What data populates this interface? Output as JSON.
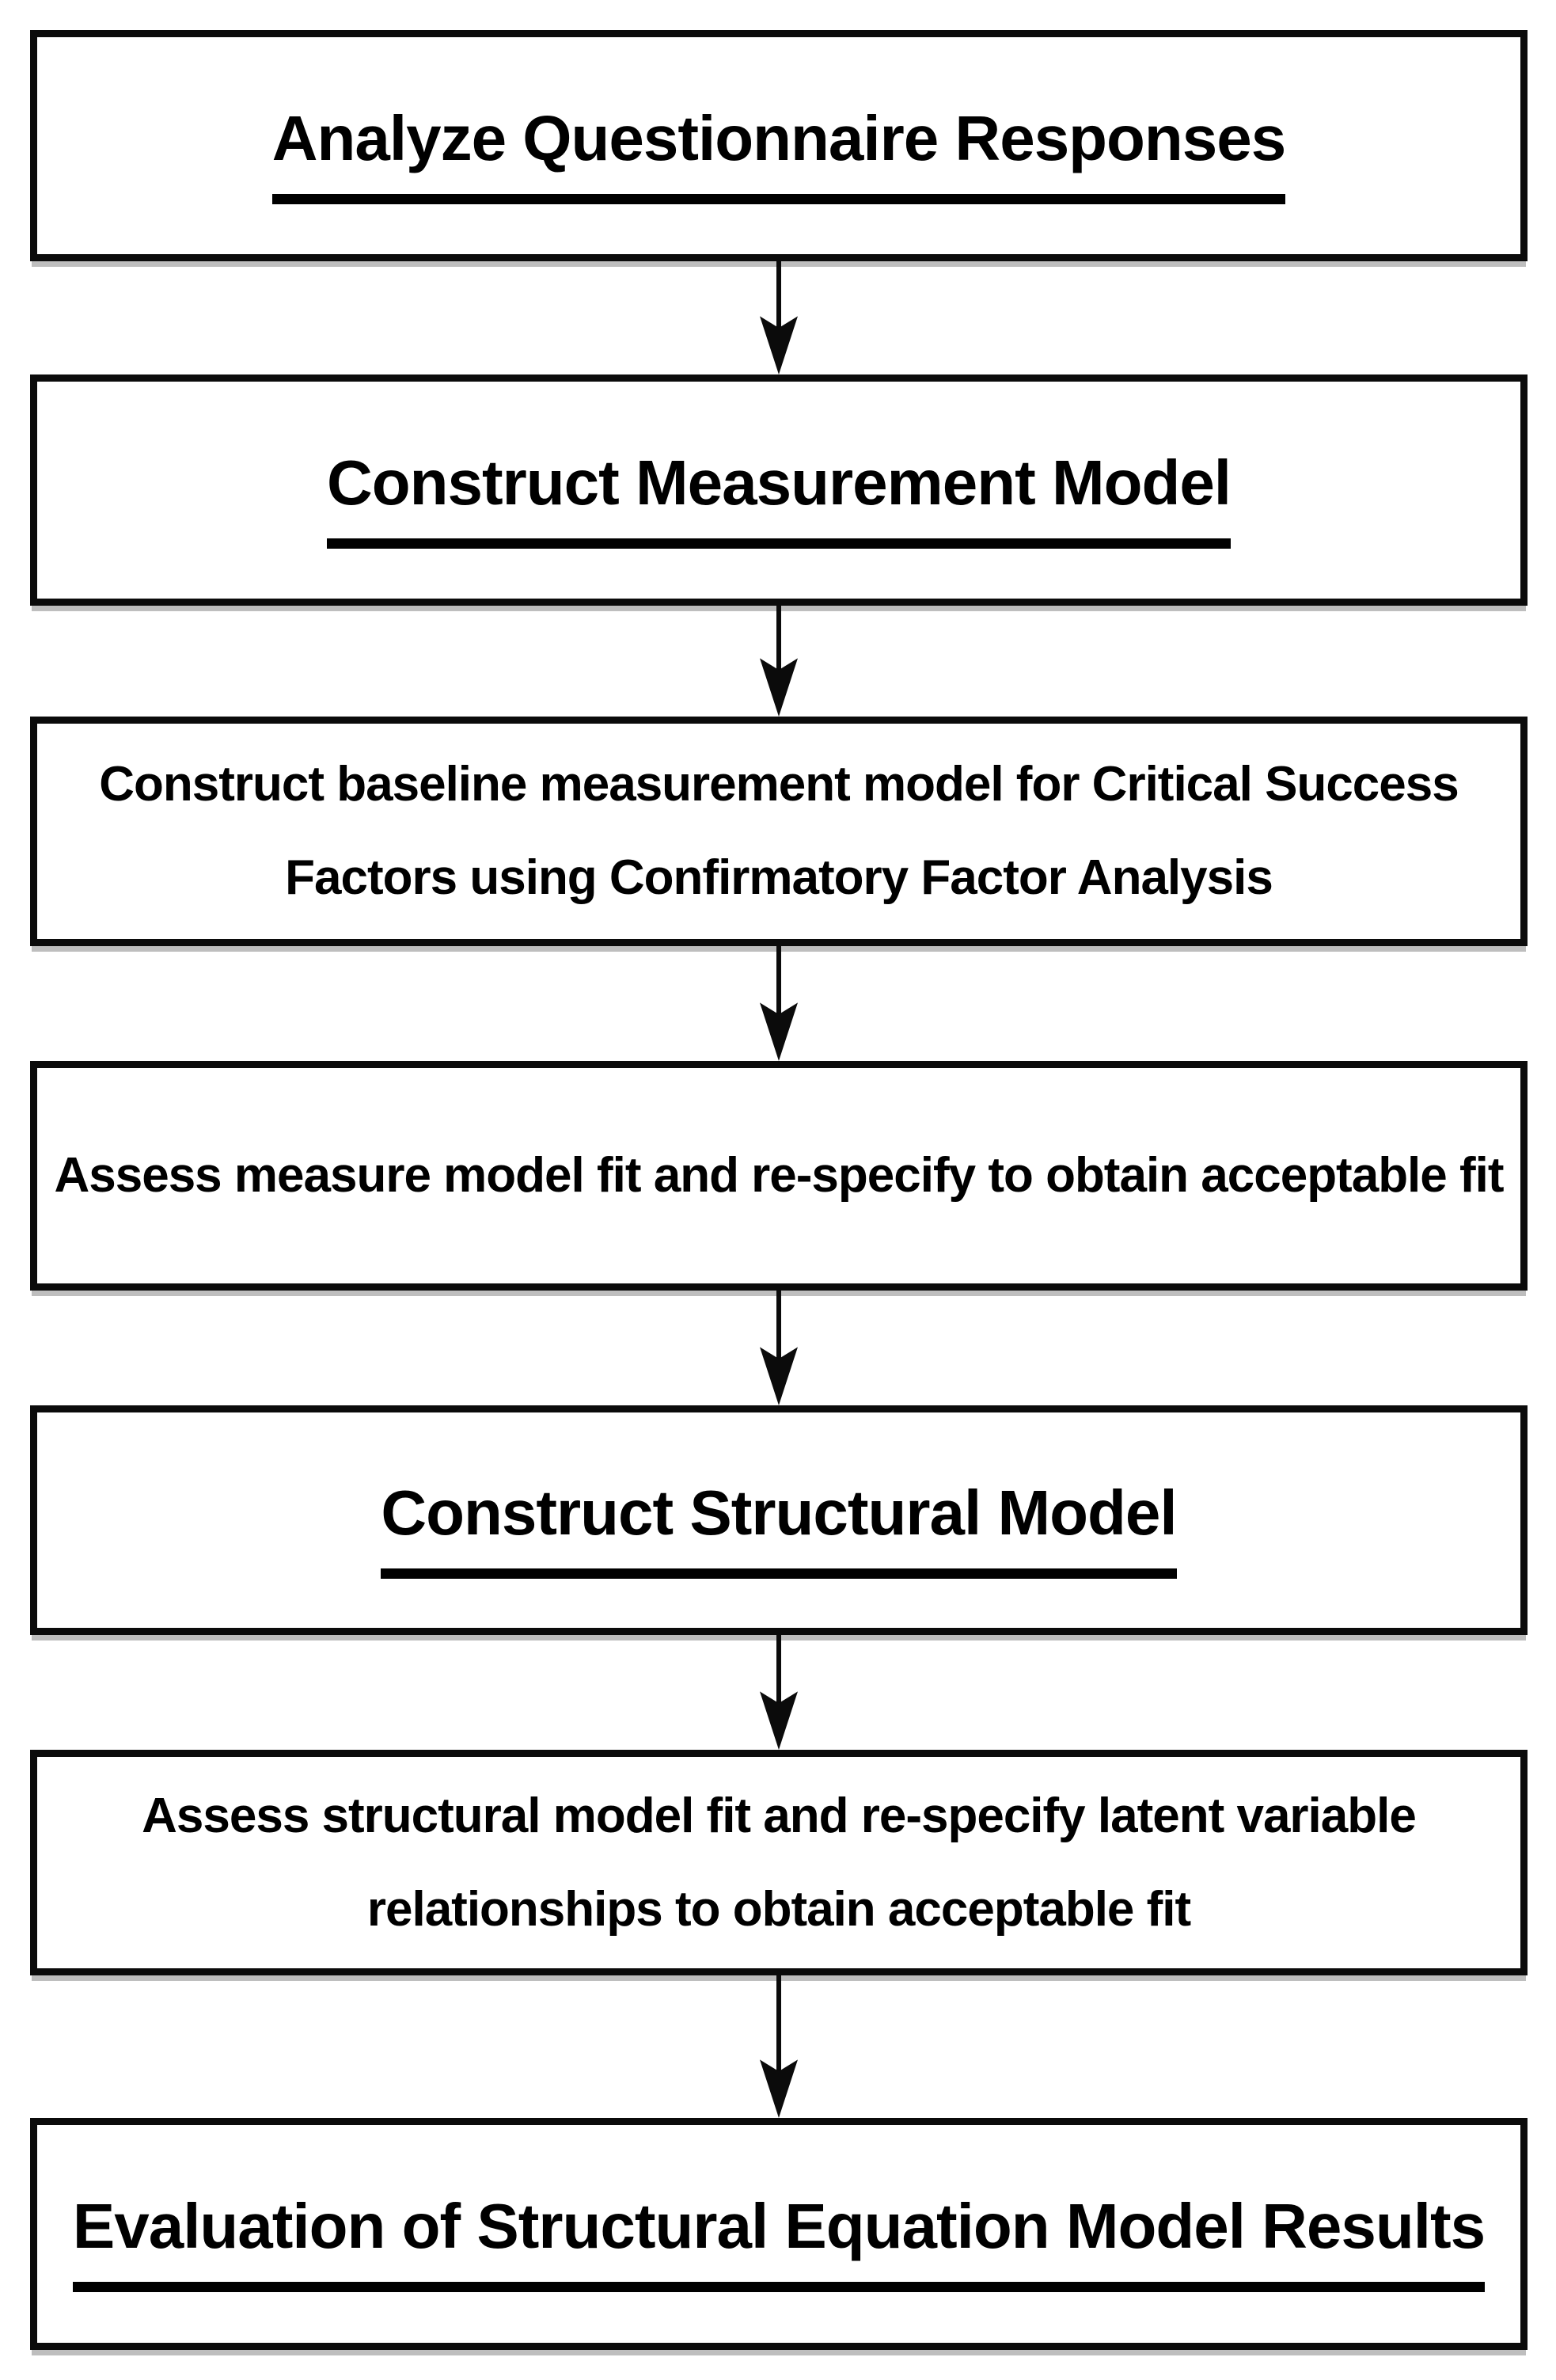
{
  "flowchart": {
    "title": "Structural Equation Modeling process flowchart",
    "colors": {
      "background": "#ffffff",
      "box_border": "#0b0b0b",
      "text": "#000000",
      "arrow": "#0b0b0b"
    },
    "steps": [
      {
        "label": "Analyze Questionnaire Responses",
        "underlined": true
      },
      {
        "label": "Construct Measurement Model",
        "underlined": true
      },
      {
        "label": "Construct baseline measurement model for Critical Success Factors using Confirmatory Factor Analysis",
        "underlined": false
      },
      {
        "label": "Assess measure model fit and re-specify to obtain acceptable fit",
        "underlined": false
      },
      {
        "label": "Construct Structural Model",
        "underlined": true
      },
      {
        "label": "Assess structural model fit and re-specify latent variable relationships to obtain acceptable fit",
        "underlined": false
      },
      {
        "label": "Evaluation of Structural Equation Model Results",
        "underlined": true
      }
    ],
    "connectors": {
      "type": "arrow-down",
      "count": 6
    }
  }
}
